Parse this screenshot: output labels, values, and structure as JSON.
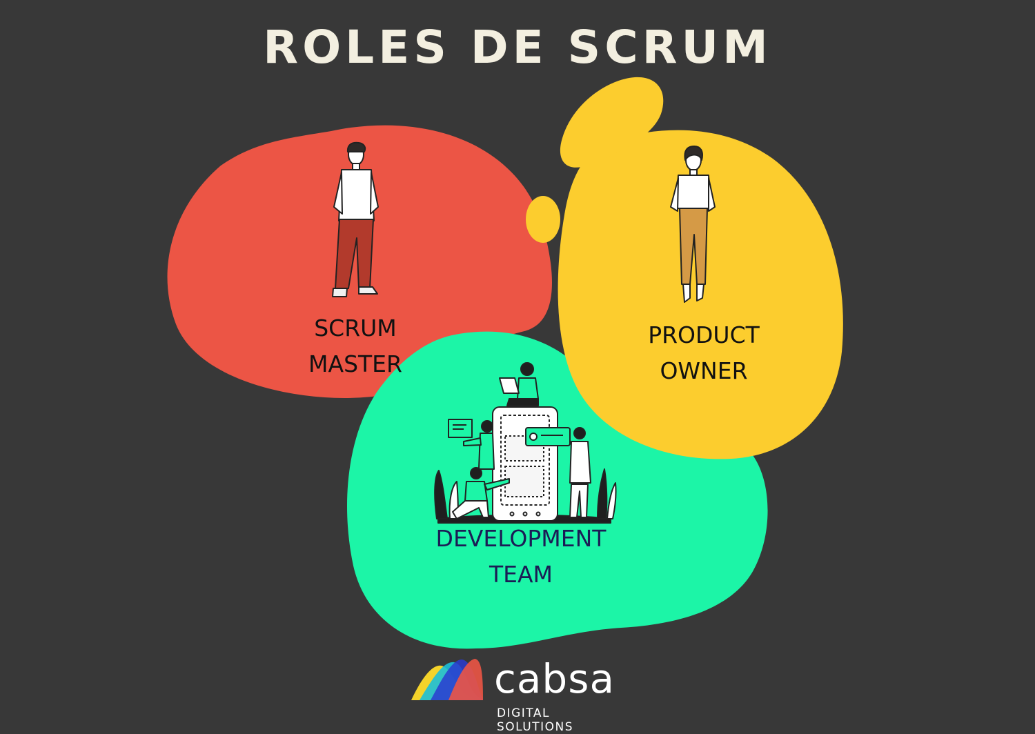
{
  "title": "ROLES DE SCRUM",
  "roles": {
    "scrum_master": {
      "line1": "SCRUM",
      "line2": "MASTER",
      "color": "#ec5545"
    },
    "product_owner": {
      "line1": "PRODUCT",
      "line2": "OWNER",
      "color": "#fccd2e"
    },
    "development_team": {
      "line1": "DEVELOPMENT",
      "line2": "TEAM",
      "color": "#1cf5a7"
    }
  },
  "brand": {
    "name": "cabsa",
    "tagline": "DIGITAL SOLUTIONS"
  },
  "icons": [
    "standing-man-icon",
    "standing-woman-icon",
    "dev-team-icon",
    "cabsa-logo-icon"
  ]
}
